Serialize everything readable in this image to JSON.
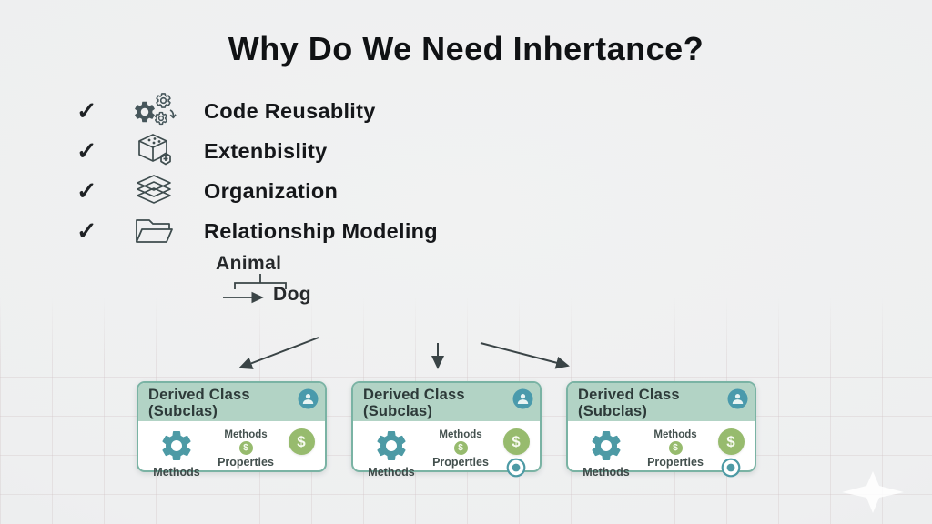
{
  "title": "Why Do We Need Inhertance?",
  "checklist": {
    "checkmark": "✓",
    "items": [
      {
        "icon": "gears-icon",
        "label": "Code Reusablity"
      },
      {
        "icon": "cube-plus-icon",
        "label": "Extenbislity"
      },
      {
        "icon": "layers-icon",
        "label": "Organization"
      },
      {
        "icon": "folder-icon",
        "label": "Relationship Modeling"
      }
    ]
  },
  "example": {
    "parent": "Animal",
    "child": "Dog"
  },
  "icons": {
    "dollar": "$"
  },
  "boxes": [
    {
      "title": "Derived Class",
      "subtitle": "(Subclas)",
      "gear_caption": "Methods",
      "methods_label": "Methods",
      "properties_label": "Properties",
      "badge_icon": "person-icon",
      "has_extra_icon": false
    },
    {
      "title": "Derived Class",
      "subtitle": "(Subclas)",
      "gear_caption": "Methods",
      "methods_label": "Methods",
      "properties_label": "Properties",
      "badge_icon": "person-icon",
      "has_extra_icon": true
    },
    {
      "title": "Derived Class",
      "subtitle": "(Subclas)",
      "gear_caption": "Methods",
      "methods_label": "Methods",
      "properties_label": "Properties",
      "badge_icon": "person-icon",
      "has_extra_icon": true
    }
  ],
  "colors": {
    "background": "#eeeff0",
    "card_header": "#b2d3c5",
    "card_border": "#7ab3a4",
    "teal": "#4d9aa5",
    "green": "#97bb6e",
    "ink": "#16181a"
  }
}
